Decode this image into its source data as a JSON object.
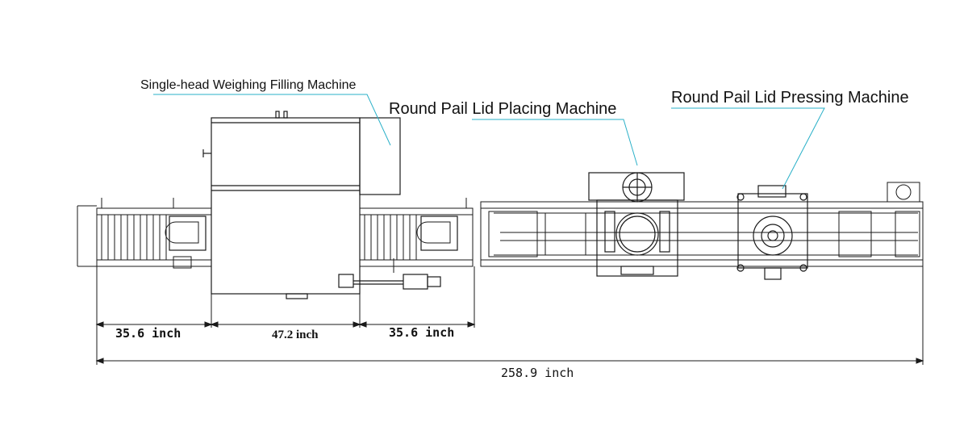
{
  "colors": {
    "line": "#1a1a1a",
    "leader": "#2ab0c8",
    "background": "#ffffff"
  },
  "labels": {
    "filling_machine": "Single-head Weighing Filling Machine",
    "lid_placing_machine": "Round Pail Lid Placing Machine",
    "lid_pressing_machine": "Round Pail Lid Pressing Machine"
  },
  "dimensions": {
    "left_conveyor": "35.6 inch",
    "filling_machine_width": "47.2 inch",
    "right_conveyor": "35.6 inch",
    "overall_length": "258.9 inch"
  }
}
